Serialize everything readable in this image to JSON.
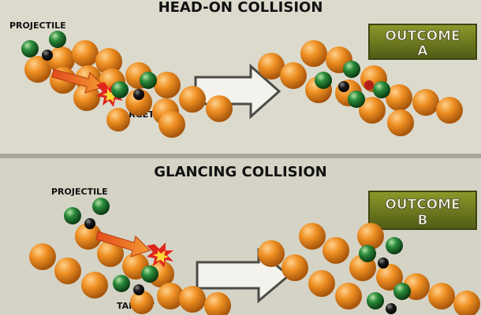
{
  "panels": {
    "top": {
      "title": "HEAD-ON COLLISION",
      "projectile_label": "PROJECTILE",
      "target_label": "TARGET",
      "outcome_line1": "OUTCOME",
      "outcome_line2": "A"
    },
    "bottom": {
      "title": "GLANCING COLLISION",
      "projectile_label": "PROJECTILE",
      "target_label": "TARGET",
      "outcome_line1": "OUTCOME",
      "outcome_line2": "B"
    }
  },
  "colors": {
    "background": "#d8d6c8",
    "divider": "#9a9a92",
    "surface_atom": "#e8891c",
    "surface_atom_dark": "#a85a0c",
    "molecule_green": "#1f7a2c",
    "molecule_green_dark": "#0c3f14",
    "molecule_black": "#111111",
    "outcome_box": "#6d7a1e",
    "outcome_box_dark": "#3f4810",
    "outcome_text": "#f1f0d6",
    "arrow_fill": "#f4f3ee",
    "arrow_stroke": "#4b4b47",
    "impact_red": "#e0261c",
    "impact_yellow": "#ffd83a",
    "title_color": "#111111"
  }
}
